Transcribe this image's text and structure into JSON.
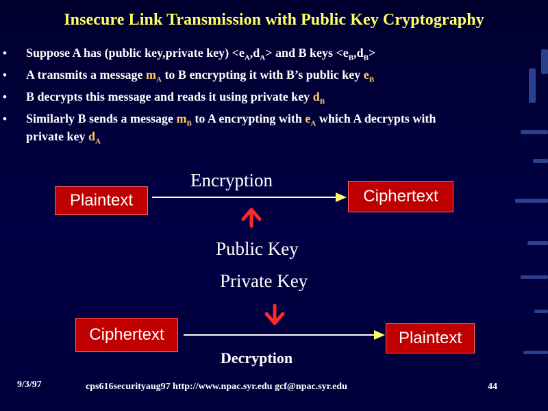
{
  "slide": {
    "title": "Insecure Link Transmission with Public Key Cryptography",
    "bullet_glyph": "•",
    "bullets": [
      {
        "p1": "Suppose A has (public key,private key) <e",
        "s1": "A",
        "p2": ",d",
        "s2": "A",
        "p3": "> and B keys <e",
        "s3": "B",
        "p4": ",d",
        "s4": "B",
        "p5": ">"
      },
      {
        "p1": "A transmits a message ",
        "m": "m",
        "ms": "A",
        "p2": " to B encrypting it with B’s public key ",
        "k": "e",
        "ks": "B"
      },
      {
        "p1": "B decrypts this message and reads it using private key ",
        "k": "d",
        "ks": "B"
      },
      {
        "p1": "Similarly B sends a message ",
        "m": "m",
        "ms": "B",
        "p2": " to A encrypting with ",
        "k": "e",
        "ks": "A",
        "p3": " which A decrypts with",
        "line2": "private key ",
        "k2": "d",
        "k2s": "A"
      }
    ]
  },
  "diagram": {
    "top_left_box": "Plaintext",
    "top_right_box": "Ciphertext",
    "encryption_label": "Encryption",
    "public_key_label": "Public Key",
    "private_key_label": "Private Key",
    "bottom_left_box": "Ciphertext",
    "bottom_right_box": "Plaintext",
    "decryption_label": "Decryption"
  },
  "footer": {
    "date": "9/3/97",
    "center": "cps616securityaug97 http://www.npac.syr.edu gcf@npac.syr.edu",
    "page": "44"
  },
  "colors": {
    "title": "#ffff66",
    "highlight": "#ffcc66",
    "box_fill": "#c00000",
    "arrow_red": "#ff2a2a",
    "background": "#000044"
  }
}
